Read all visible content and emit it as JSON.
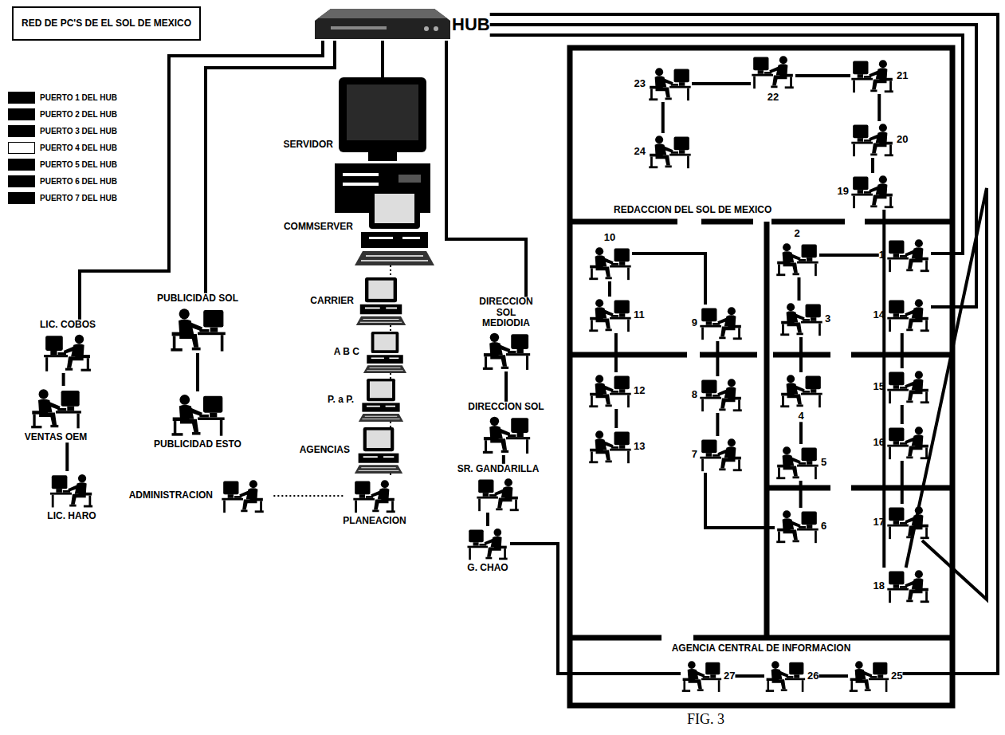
{
  "diagram": {
    "title": "RED DE PC'S DE EL SOL DE MEXICO",
    "caption": "FIG. 3",
    "nodes": [
      {
        "text": [
          "HUB"
        ]
      },
      {
        "text": [
          "SERVIDOR"
        ]
      },
      {
        "text": [
          "COMMSERVER"
        ]
      },
      {
        "text": [
          "CARRIER"
        ]
      },
      {
        "text": [
          "A B C"
        ]
      },
      {
        "text": [
          "P. a P."
        ]
      },
      {
        "text": [
          "AGENCIAS"
        ]
      },
      {
        "text": [
          "PLANEACION"
        ]
      },
      {
        "text": [
          "ADMINISTRACION"
        ]
      },
      {
        "text": [
          "LIC. COBOS"
        ]
      },
      {
        "text": [
          "VENTAS OEM"
        ]
      },
      {
        "text": [
          "LIC. HARO"
        ]
      },
      {
        "text": [
          "PUBLICIDAD SOL"
        ]
      },
      {
        "text": [
          "PUBLICIDAD ESTO"
        ]
      },
      {
        "text": [
          "DIRECCION SOL MEDIODIA"
        ]
      },
      {
        "text": [
          "DIRECCION SOL"
        ]
      },
      {
        "text": [
          "SR. GANDARILLA"
        ]
      },
      {
        "text": [
          "G. CHAO"
        ]
      },
      {
        "text": [
          "REDACCION DEL SOL DE MEXICO"
        ]
      },
      {
        "text": [
          "23"
        ],
        "in": 18
      },
      {
        "text": [
          "22"
        ],
        "in": 18
      },
      {
        "text": [
          "21"
        ],
        "in": 18
      },
      {
        "text": [
          "24"
        ],
        "in": 18
      },
      {
        "text": [
          "20"
        ],
        "in": 18
      },
      {
        "text": [
          "19"
        ],
        "in": 18
      },
      {
        "text": [
          "1"
        ]
      },
      {
        "text": [
          "2"
        ]
      },
      {
        "text": [
          "3"
        ]
      },
      {
        "text": [
          "4"
        ]
      },
      {
        "text": [
          "5"
        ]
      },
      {
        "text": [
          "6"
        ]
      },
      {
        "text": [
          "7"
        ]
      },
      {
        "text": [
          "8"
        ]
      },
      {
        "text": [
          "9"
        ]
      },
      {
        "text": [
          "10"
        ]
      },
      {
        "text": [
          "11"
        ]
      },
      {
        "text": [
          "12"
        ]
      },
      {
        "text": [
          "13"
        ]
      },
      {
        "text": [
          "14"
        ]
      },
      {
        "text": [
          "15"
        ]
      },
      {
        "text": [
          "16"
        ]
      },
      {
        "text": [
          "17"
        ]
      },
      {
        "text": [
          "18"
        ]
      },
      {
        "text": [
          "AGENCIA CENTRAL DE INFORMACION"
        ]
      },
      {
        "text": [
          "27"
        ],
        "in": 43
      },
      {
        "text": [
          "26"
        ],
        "in": 43
      },
      {
        "text": [
          "25"
        ],
        "in": 43
      }
    ],
    "edges": [
      {
        "from": 0,
        "to": 1,
        "arrow": "none"
      },
      {
        "from": 0,
        "to": 9,
        "arrow": "none"
      },
      {
        "from": 0,
        "to": 12,
        "arrow": "none"
      },
      {
        "from": 0,
        "to": 14,
        "arrow": "none"
      },
      {
        "from": 0,
        "to": 25,
        "arrow": "none"
      },
      {
        "from": 0,
        "to": 38,
        "arrow": "none"
      },
      {
        "from": 0,
        "to": 46,
        "arrow": "none"
      },
      {
        "from": 1,
        "to": 2,
        "arrow": "none"
      },
      {
        "from": 2,
        "to": 3,
        "arrow": "none"
      },
      {
        "from": 3,
        "to": 4,
        "arrow": "none"
      },
      {
        "from": 4,
        "to": 5,
        "arrow": "none"
      },
      {
        "from": 5,
        "to": 6,
        "arrow": "none"
      },
      {
        "from": 6,
        "to": 7,
        "arrow": "none"
      },
      {
        "from": 7,
        "to": 8,
        "arrow": "none"
      },
      {
        "from": 9,
        "to": 10,
        "arrow": "none"
      },
      {
        "from": 10,
        "to": 11,
        "arrow": "none"
      },
      {
        "from": 12,
        "to": 13,
        "arrow": "none"
      },
      {
        "from": 14,
        "to": 15,
        "arrow": "none"
      },
      {
        "from": 15,
        "to": 16,
        "arrow": "none"
      },
      {
        "from": 16,
        "to": 17,
        "arrow": "none"
      },
      {
        "from": 17,
        "to": 44,
        "arrow": "none"
      },
      {
        "from": 44,
        "to": 45,
        "arrow": "none"
      },
      {
        "from": 45,
        "to": 46,
        "arrow": "none"
      },
      {
        "from": 25,
        "to": 26,
        "arrow": "none"
      },
      {
        "from": 26,
        "to": 27,
        "arrow": "none"
      },
      {
        "from": 27,
        "to": 28,
        "arrow": "none"
      },
      {
        "from": 28,
        "to": 29,
        "arrow": "none"
      },
      {
        "from": 29,
        "to": 30,
        "arrow": "none"
      },
      {
        "from": 30,
        "to": 31,
        "arrow": "none"
      },
      {
        "from": 31,
        "to": 32,
        "arrow": "none"
      },
      {
        "from": 32,
        "to": 33,
        "arrow": "none"
      },
      {
        "from": 33,
        "to": 34,
        "arrow": "none"
      },
      {
        "from": 34,
        "to": 35,
        "arrow": "none"
      },
      {
        "from": 35,
        "to": 36,
        "arrow": "none"
      },
      {
        "from": 36,
        "to": 37,
        "arrow": "none"
      },
      {
        "from": 38,
        "to": 39,
        "arrow": "none"
      },
      {
        "from": 39,
        "to": 40,
        "arrow": "none"
      },
      {
        "from": 40,
        "to": 41,
        "arrow": "none"
      },
      {
        "from": 41,
        "to": 42,
        "arrow": "none"
      },
      {
        "from": 42,
        "to": 24,
        "arrow": "none"
      },
      {
        "from": 24,
        "to": 23,
        "arrow": "none"
      },
      {
        "from": 23,
        "to": 21,
        "arrow": "none"
      },
      {
        "from": 21,
        "to": 20,
        "arrow": "none"
      },
      {
        "from": 20,
        "to": 19,
        "arrow": "none"
      },
      {
        "from": 19,
        "to": 22,
        "arrow": "none"
      }
    ],
    "legend": [
      {
        "text": "PUERTO 1 DEL HUB",
        "color": "#000000"
      },
      {
        "text": "PUERTO 2 DEL HUB",
        "color": "#000000"
      },
      {
        "text": "PUERTO 3 DEL HUB",
        "color": "#000000"
      },
      {
        "text": "PUERTO 4 DEL HUB",
        "color": "#ffffff"
      },
      {
        "text": "PUERTO 5 DEL HUB",
        "color": "#000000"
      },
      {
        "text": "PUERTO 6 DEL HUB",
        "color": "#000000"
      },
      {
        "text": "PUERTO 7 DEL HUB",
        "color": "#000000"
      }
    ]
  }
}
